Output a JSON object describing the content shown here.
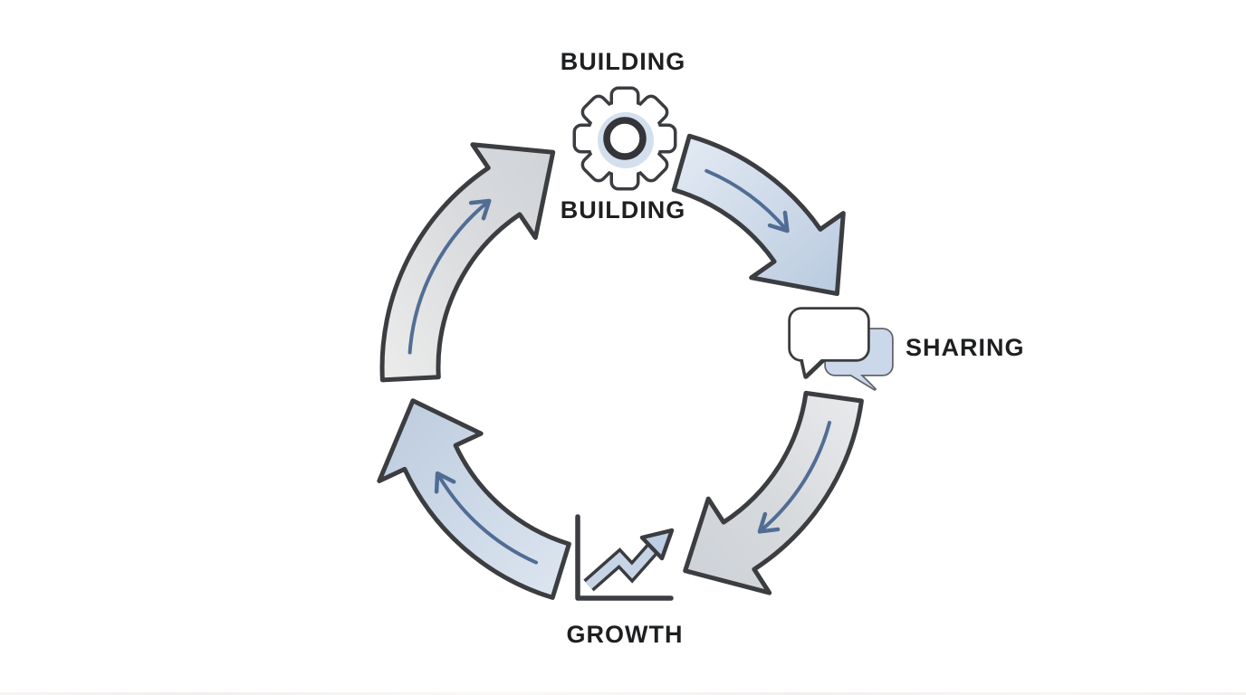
{
  "diagram": {
    "type": "cycle",
    "direction": "clockwise",
    "nodes": [
      {
        "id": "building",
        "label": "BUILDING",
        "icon": "gear-icon",
        "position": "top"
      },
      {
        "id": "sharing",
        "label": "SHARING",
        "icon": "speech-bubbles-icon",
        "position": "right"
      },
      {
        "id": "growth",
        "label": "GROWTH",
        "icon": "growth-chart-icon",
        "position": "bottom"
      }
    ],
    "edges": [
      {
        "from": "building",
        "to": "sharing"
      },
      {
        "from": "sharing",
        "to": "growth"
      },
      {
        "from": "growth",
        "to": "building"
      }
    ]
  },
  "labels": {
    "building_top": "BUILDING",
    "building_bottom": "BUILDING",
    "sharing": "SHARING",
    "growth": "GROWTH"
  },
  "colors": {
    "outline": "#3b3d40",
    "accent_blue": "#46648e",
    "fill_blue": "#ccd9e9",
    "fill_grey": "#dadde0",
    "bubble_blue": "#cbd8ea",
    "text": "#1e1f21",
    "background": "#ffffff"
  }
}
